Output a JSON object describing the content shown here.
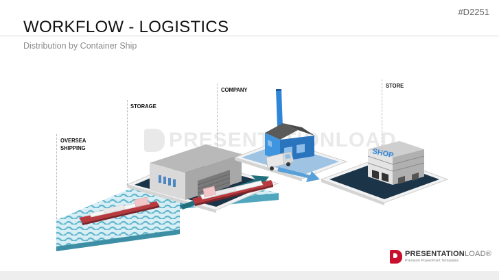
{
  "slide": {
    "title": "WORKFLOW - LOGISTICS",
    "subtitle": "Distribution by Container Ship",
    "slide_id": "#D2251"
  },
  "labels": {
    "oversea": "OVERSEA\nSHIPPING",
    "storage": "STORAGE",
    "company": "COMPANY",
    "store": "STORE"
  },
  "shop_sign": "SHOP",
  "watermark": "PRESENTATIONLOAD",
  "brand": {
    "name_bold": "PRESENTATION",
    "name_light": "LOAD",
    "reg": "®",
    "tagline": "Premium PowerPoint Templates"
  },
  "colors": {
    "water": "#5fb4cc",
    "water_light": "#d6eef4",
    "ship_hull": "#b83a3f",
    "arrow": "#1f6f7c",
    "factory_blue": "#2f86d8",
    "shop_text": "#2f86d8",
    "ground_dark": "#1b3447",
    "logo_red": "#c8102e"
  },
  "icons": [
    "container-ship-icon",
    "warehouse-icon",
    "factory-icon",
    "delivery-truck-icon",
    "shop-building-icon"
  ]
}
